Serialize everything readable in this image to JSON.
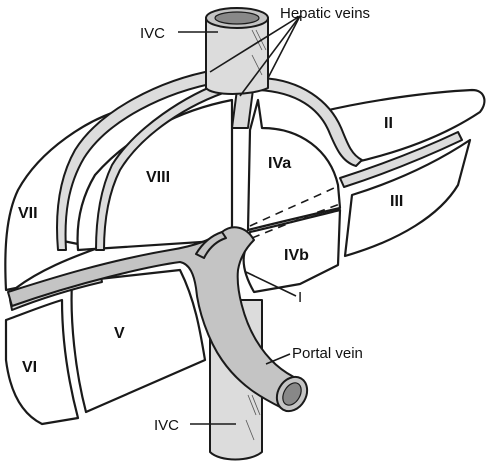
{
  "labels": {
    "ivc_top": "IVC",
    "hepatic_veins": "Hepatic veins",
    "ivc_bottom": "IVC",
    "portal_vein": "Portal vein",
    "caudate": "I"
  },
  "segments": {
    "II": "II",
    "III": "III",
    "IVa": "IVa",
    "IVb": "IVb",
    "V": "V",
    "VI": "VI",
    "VII": "VII",
    "VIII": "VIII"
  },
  "colors": {
    "vessel_fill": "#c4c4c4",
    "outline": "#1a1a1a",
    "segment_fill": "#ffffff"
  }
}
